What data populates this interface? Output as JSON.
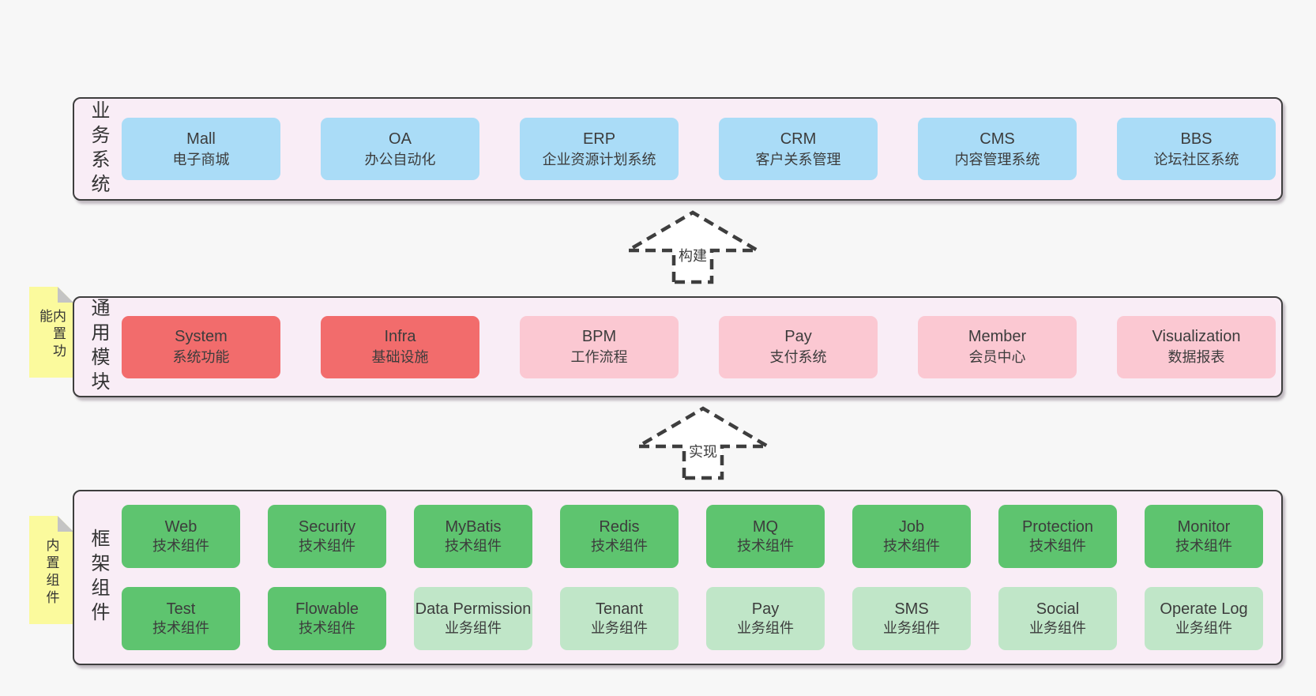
{
  "colors": {
    "page-bg": "#f7f7f7",
    "panel-bg": "#f9edf6",
    "panel-border": "#3e3e3e",
    "blue": "#aadcf7",
    "red": "#f26c6c",
    "pink": "#fbc8d2",
    "green": "#5ec46f",
    "lightgreen": "#c0e6c8",
    "sticky-yellow": "#fbfa9d",
    "sticky-fold": "#c4c4c4",
    "text": "#3c3c3c"
  },
  "rows": {
    "business": {
      "label": "业务系统",
      "boxes": [
        {
          "name": "Mall",
          "subtitle": "电子商城"
        },
        {
          "name": "OA",
          "subtitle": "办公自动化"
        },
        {
          "name": "ERP",
          "subtitle": "企业资源计划系统"
        },
        {
          "name": "CRM",
          "subtitle": "客户关系管理"
        },
        {
          "name": "CMS",
          "subtitle": "内容管理系统"
        },
        {
          "name": "BBS",
          "subtitle": "论坛社区系统"
        }
      ]
    },
    "modules": {
      "label": "通用模块",
      "sticky": "内置功能",
      "boxes": [
        {
          "name": "System",
          "subtitle": "系统功能"
        },
        {
          "name": "Infra",
          "subtitle": "基础设施"
        },
        {
          "name": "BPM",
          "subtitle": "工作流程"
        },
        {
          "name": "Pay",
          "subtitle": "支付系统"
        },
        {
          "name": "Member",
          "subtitle": "会员中心"
        },
        {
          "name": "Visualization",
          "subtitle": "数据报表"
        }
      ]
    },
    "components": {
      "label": "框架组件",
      "sticky": "内置组件",
      "row1": [
        {
          "name": "Web",
          "subtitle": "技术组件"
        },
        {
          "name": "Security",
          "subtitle": "技术组件"
        },
        {
          "name": "MyBatis",
          "subtitle": "技术组件"
        },
        {
          "name": "Redis",
          "subtitle": "技术组件"
        },
        {
          "name": "MQ",
          "subtitle": "技术组件"
        },
        {
          "name": "Job",
          "subtitle": "技术组件"
        },
        {
          "name": "Protection",
          "subtitle": "技术组件"
        },
        {
          "name": "Monitor",
          "subtitle": "技术组件"
        }
      ],
      "row2": [
        {
          "name": "Test",
          "subtitle": "技术组件"
        },
        {
          "name": "Flowable",
          "subtitle": "技术组件"
        },
        {
          "name": "Data Permission",
          "subtitle": "业务组件"
        },
        {
          "name": "Tenant",
          "subtitle": "业务组件"
        },
        {
          "name": "Pay",
          "subtitle": "业务组件"
        },
        {
          "name": "SMS",
          "subtitle": "业务组件"
        },
        {
          "name": "Social",
          "subtitle": "业务组件"
        },
        {
          "name": "Operate Log",
          "subtitle": "业务组件"
        }
      ]
    }
  },
  "arrows": {
    "build": "构建",
    "implement": "实现"
  }
}
